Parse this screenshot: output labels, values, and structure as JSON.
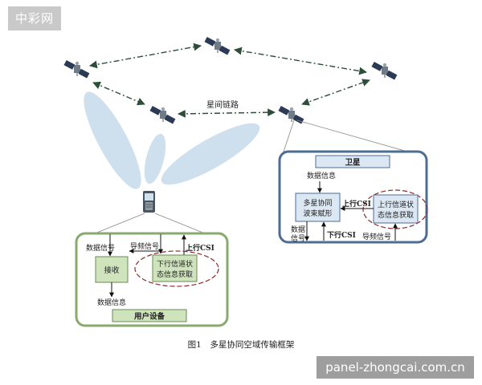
{
  "watermark_top": "中彩网",
  "watermark_bottom": "panel-zhongcai.com.cn",
  "caption": "图1　多星协同空域传输框架",
  "inter_satellite_link": "星间链路",
  "satellite_box": {
    "title": "卫星",
    "data_info": "数据信息",
    "beamforming": [
      "多星协同",
      "波束赋形"
    ],
    "uplink_csi_acquire": [
      "上行信道状",
      "态信息获取"
    ],
    "uplink_csi": "上行CSI",
    "downlink_csi": "下行CSI",
    "data_signal": [
      "数据",
      "信号"
    ],
    "pilot_signal": "导频信号"
  },
  "user_box": {
    "title": "用户设备",
    "data_signal": "数据信号",
    "pilot_signal": "导频信号",
    "uplink_csi": "上行CSI",
    "receive": "接收",
    "downlink_csi_acquire": [
      "下行信道状",
      "态信息获取"
    ],
    "data_info": "数据信息"
  },
  "colors": {
    "beam": "#c9dcec",
    "sat_box_border": "#4e6d94",
    "sat_block_fill": "#dbe7f3",
    "user_box_border": "#88aa6e",
    "user_block_fill": "#cfe3bd",
    "dashed_ellipse": "#8b2a2a"
  }
}
